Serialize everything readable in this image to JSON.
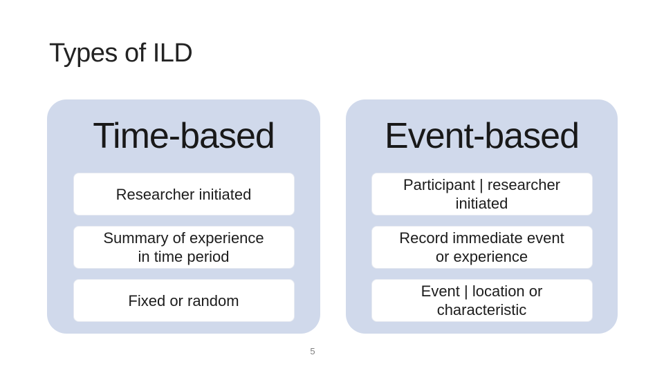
{
  "slide": {
    "title": "Types of ILD",
    "page_number": "5",
    "colors": {
      "background": "#ffffff",
      "container_fill": "#d0d9eb",
      "item_box_fill": "#ffffff",
      "item_box_border": "#e7eaf1",
      "title_color": "#232323",
      "body_text_color": "#1c1c1c",
      "page_number_color": "#7f7f7f"
    },
    "columns": [
      {
        "header": "Time-based",
        "items": [
          {
            "text": "Researcher initiated"
          },
          {
            "text": "Summary of experience\nin time period"
          },
          {
            "text": "Fixed or random"
          }
        ]
      },
      {
        "header": "Event-based",
        "items": [
          {
            "text": "Participant | researcher\ninitiated"
          },
          {
            "text": "Record immediate event\nor experience"
          },
          {
            "text": "Event | location or\ncharacteristic"
          }
        ]
      }
    ]
  }
}
